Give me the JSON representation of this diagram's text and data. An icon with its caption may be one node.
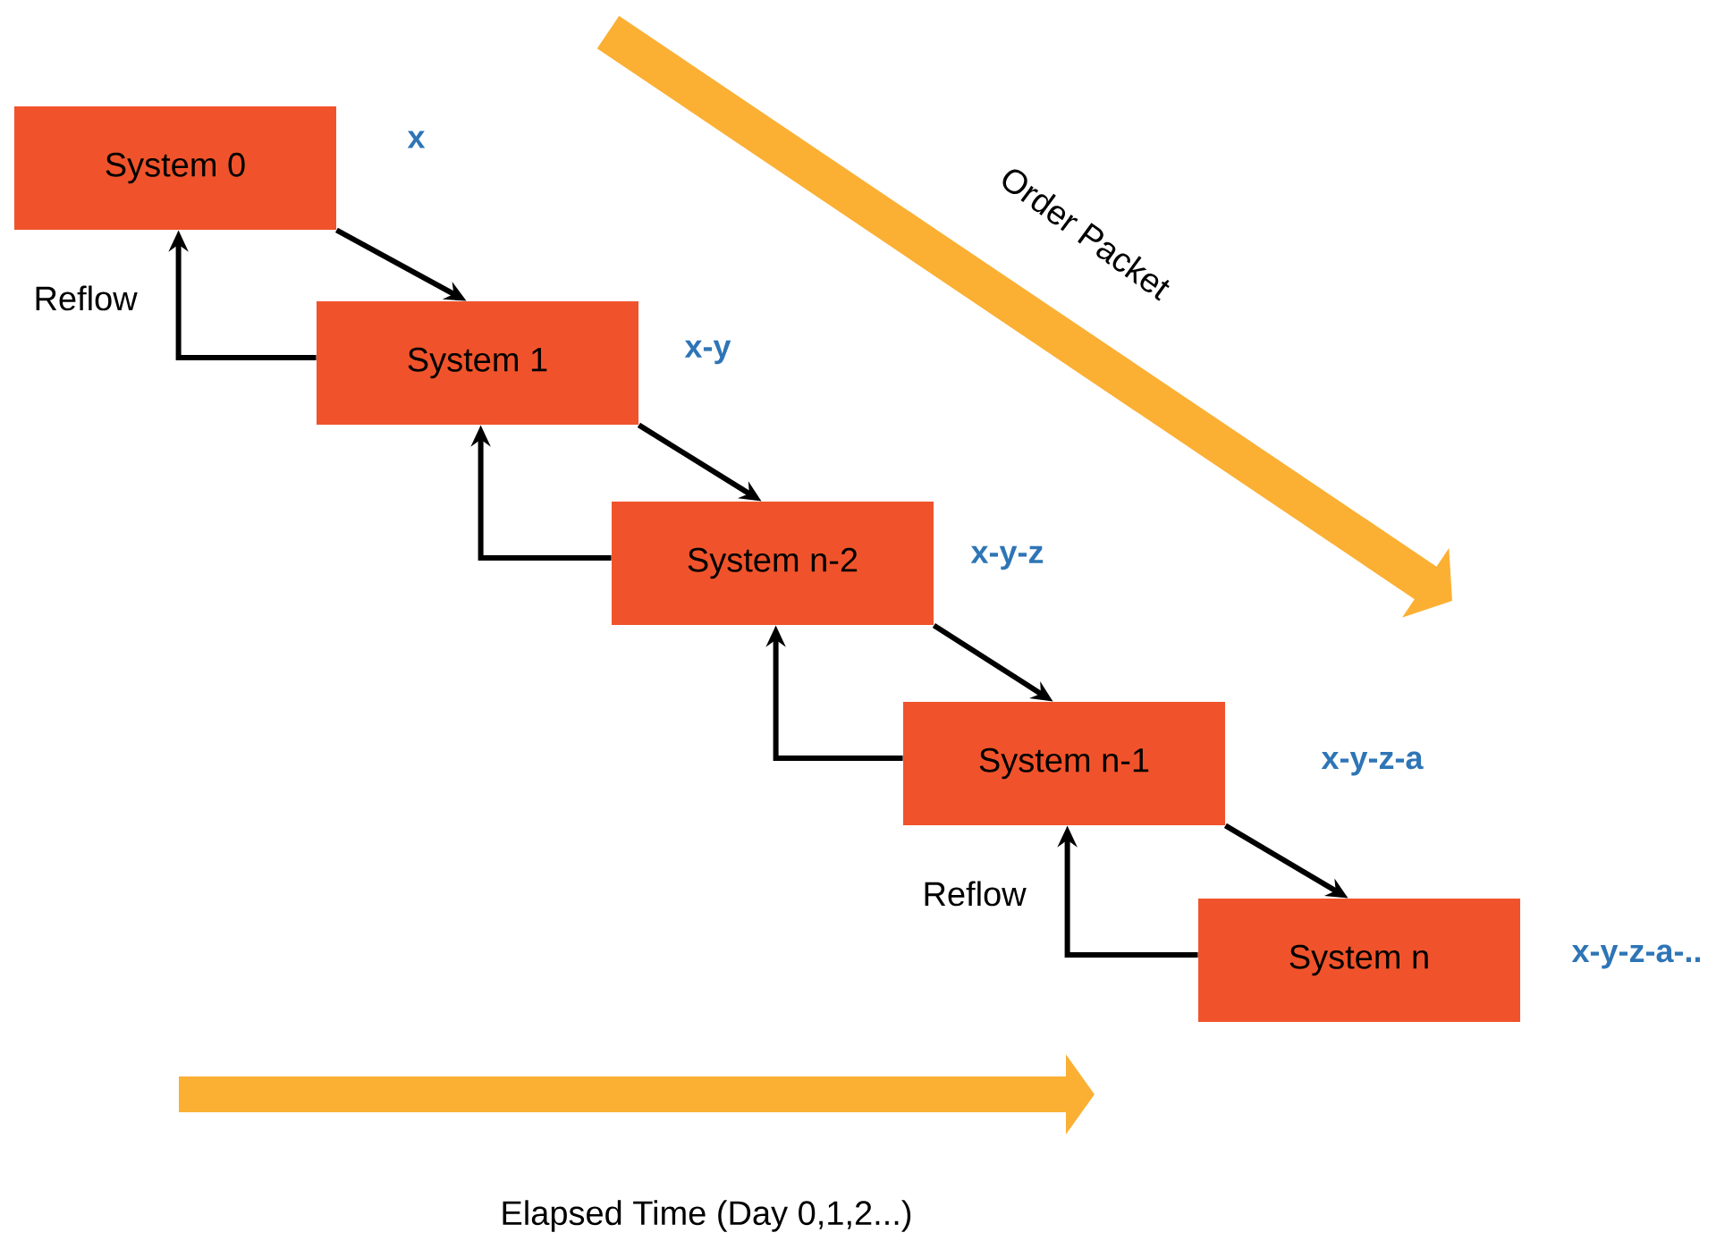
{
  "diagram": {
    "nodes": [
      {
        "text": [
          "System 0"
        ],
        "beside": [
          "x"
        ]
      },
      {
        "text": [
          "System 1"
        ],
        "beside": [
          "x-y"
        ]
      },
      {
        "text": [
          "System n-2"
        ],
        "beside": [
          "x-y-z"
        ]
      },
      {
        "text": [
          "System n-1"
        ],
        "beside": [
          "x-y-z-a"
        ]
      },
      {
        "text": [
          "System n"
        ],
        "beside": [
          "x-y-z-a-.."
        ]
      }
    ],
    "edges": [
      {
        "from": 0,
        "to": 1,
        "arrow": "to"
      },
      {
        "from": 1,
        "to": 0,
        "arrow": "to",
        "label": "Reflow"
      },
      {
        "from": 1,
        "to": 2,
        "arrow": "to"
      },
      {
        "from": 2,
        "to": 1,
        "arrow": "to"
      },
      {
        "from": 2,
        "to": 3,
        "arrow": "to"
      },
      {
        "from": 3,
        "to": 2,
        "arrow": "to"
      },
      {
        "from": 3,
        "to": 4,
        "arrow": "to"
      },
      {
        "from": 4,
        "to": 3,
        "arrow": "to",
        "label": "Reflow"
      }
    ],
    "labels": [
      "Order Packet",
      "Elapsed Time (Day 0,1,2...)"
    ]
  }
}
